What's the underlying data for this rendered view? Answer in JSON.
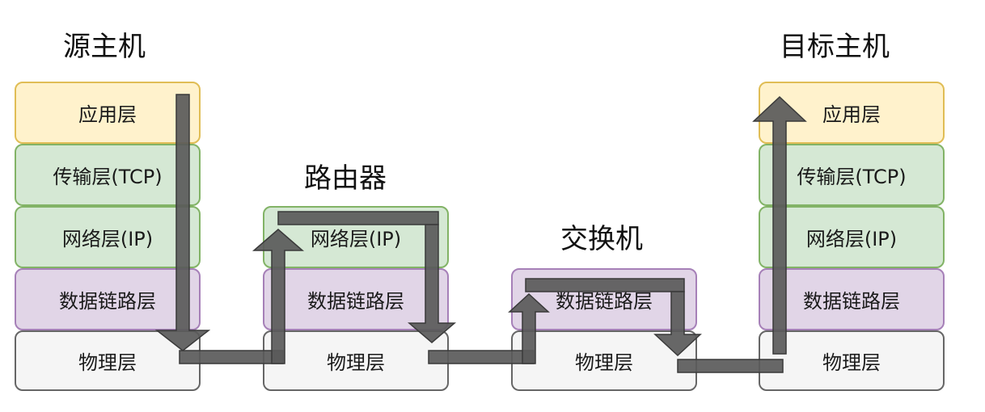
{
  "source": {
    "title": "源主机",
    "layers": [
      "应用层",
      "传输层(TCP)",
      "网络层(IP)",
      "数据链路层",
      "物理层"
    ]
  },
  "router": {
    "title": "路由器",
    "layers": [
      "网络层(IP)",
      "数据链路层",
      "物理层"
    ]
  },
  "switch": {
    "title": "交换机",
    "layers": [
      "数据链路层",
      "物理层"
    ]
  },
  "destination": {
    "title": "目标主机",
    "layers": [
      "应用层",
      "传输层(TCP)",
      "网络层(IP)",
      "数据链路层",
      "物理层"
    ]
  },
  "colors": {
    "application": "#fff2cc",
    "transport": "#d5e8d4",
    "network": "#d5e8d4",
    "datalink": "#e1d5e7",
    "physical": "#f5f5f5",
    "arrow": "#5a5a5a"
  }
}
